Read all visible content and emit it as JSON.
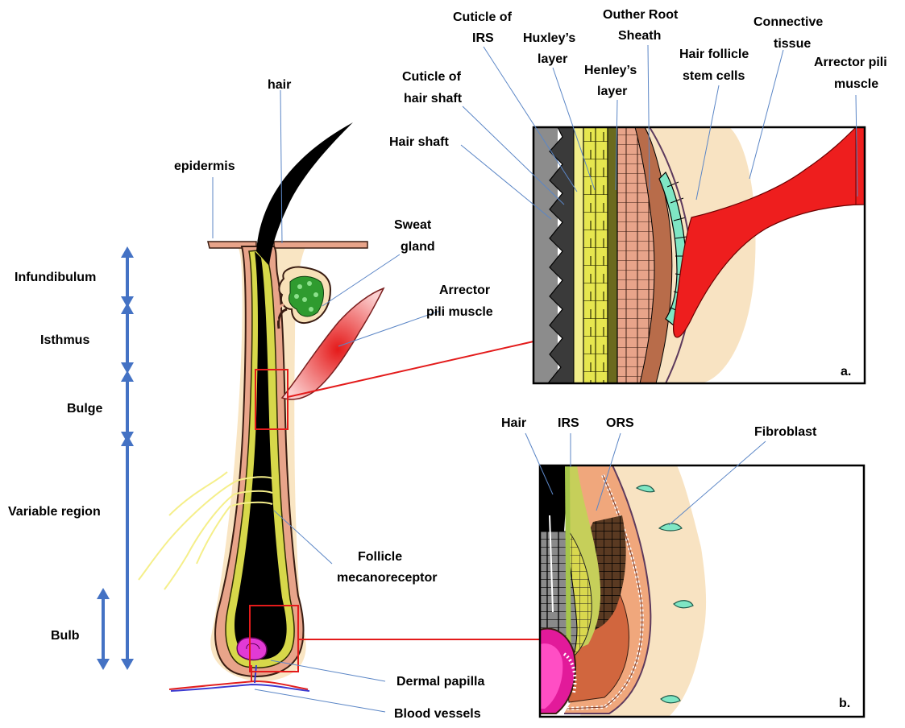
{
  "colors": {
    "hair": "#000000",
    "skin": "#e8a48a",
    "skin_outline": "#3a1d12",
    "yellow_layer": "#d7d84a",
    "glow": "#f8e1b8",
    "muscle": "#e51a1a",
    "gland": "#2f9b2f",
    "papilla": "#e23ad4",
    "stem_cells": "#7fe6c4",
    "connective": "#f8e3c2",
    "arrow": "#4472c4",
    "zoom_box": "#e31b1b",
    "leader": "#5b86c6"
  },
  "regions": [
    {
      "name": "Infundibulum"
    },
    {
      "name": "Isthmus"
    },
    {
      "name": "Bulge"
    },
    {
      "name": "Variable region"
    },
    {
      "name": "Bulb"
    }
  ],
  "main_labels": {
    "hair": "hair",
    "epidermis": "epidermis",
    "sweat_gland": "Sweat gland",
    "arrector": "Arrector pili muscle",
    "follicle_mecanoreceptor": "Follicle mecanoreceptor",
    "dermal_papilla": "Dermal papilla",
    "blood_vessels": "Blood vessels"
  },
  "panel_a": {
    "tag": "a.",
    "labels": {
      "cuticle_irs": "Cuticle of IRS",
      "huxley": "Huxley’s layer",
      "henley": "Henley’s layer",
      "ors": "Outher Root Sheath",
      "connective": "Connective tissue",
      "arrector": "Arrector pili muscle",
      "cuticle_hair_shaft": "Cuticle of hair shaft",
      "hair_shaft": "Hair shaft",
      "stem_cells": "Hair follicle stem cells"
    }
  },
  "panel_b": {
    "tag": "b.",
    "labels": {
      "hair": "Hair",
      "irs": "IRS",
      "ors": "ORS",
      "fibroblast": "Fibroblast"
    }
  }
}
